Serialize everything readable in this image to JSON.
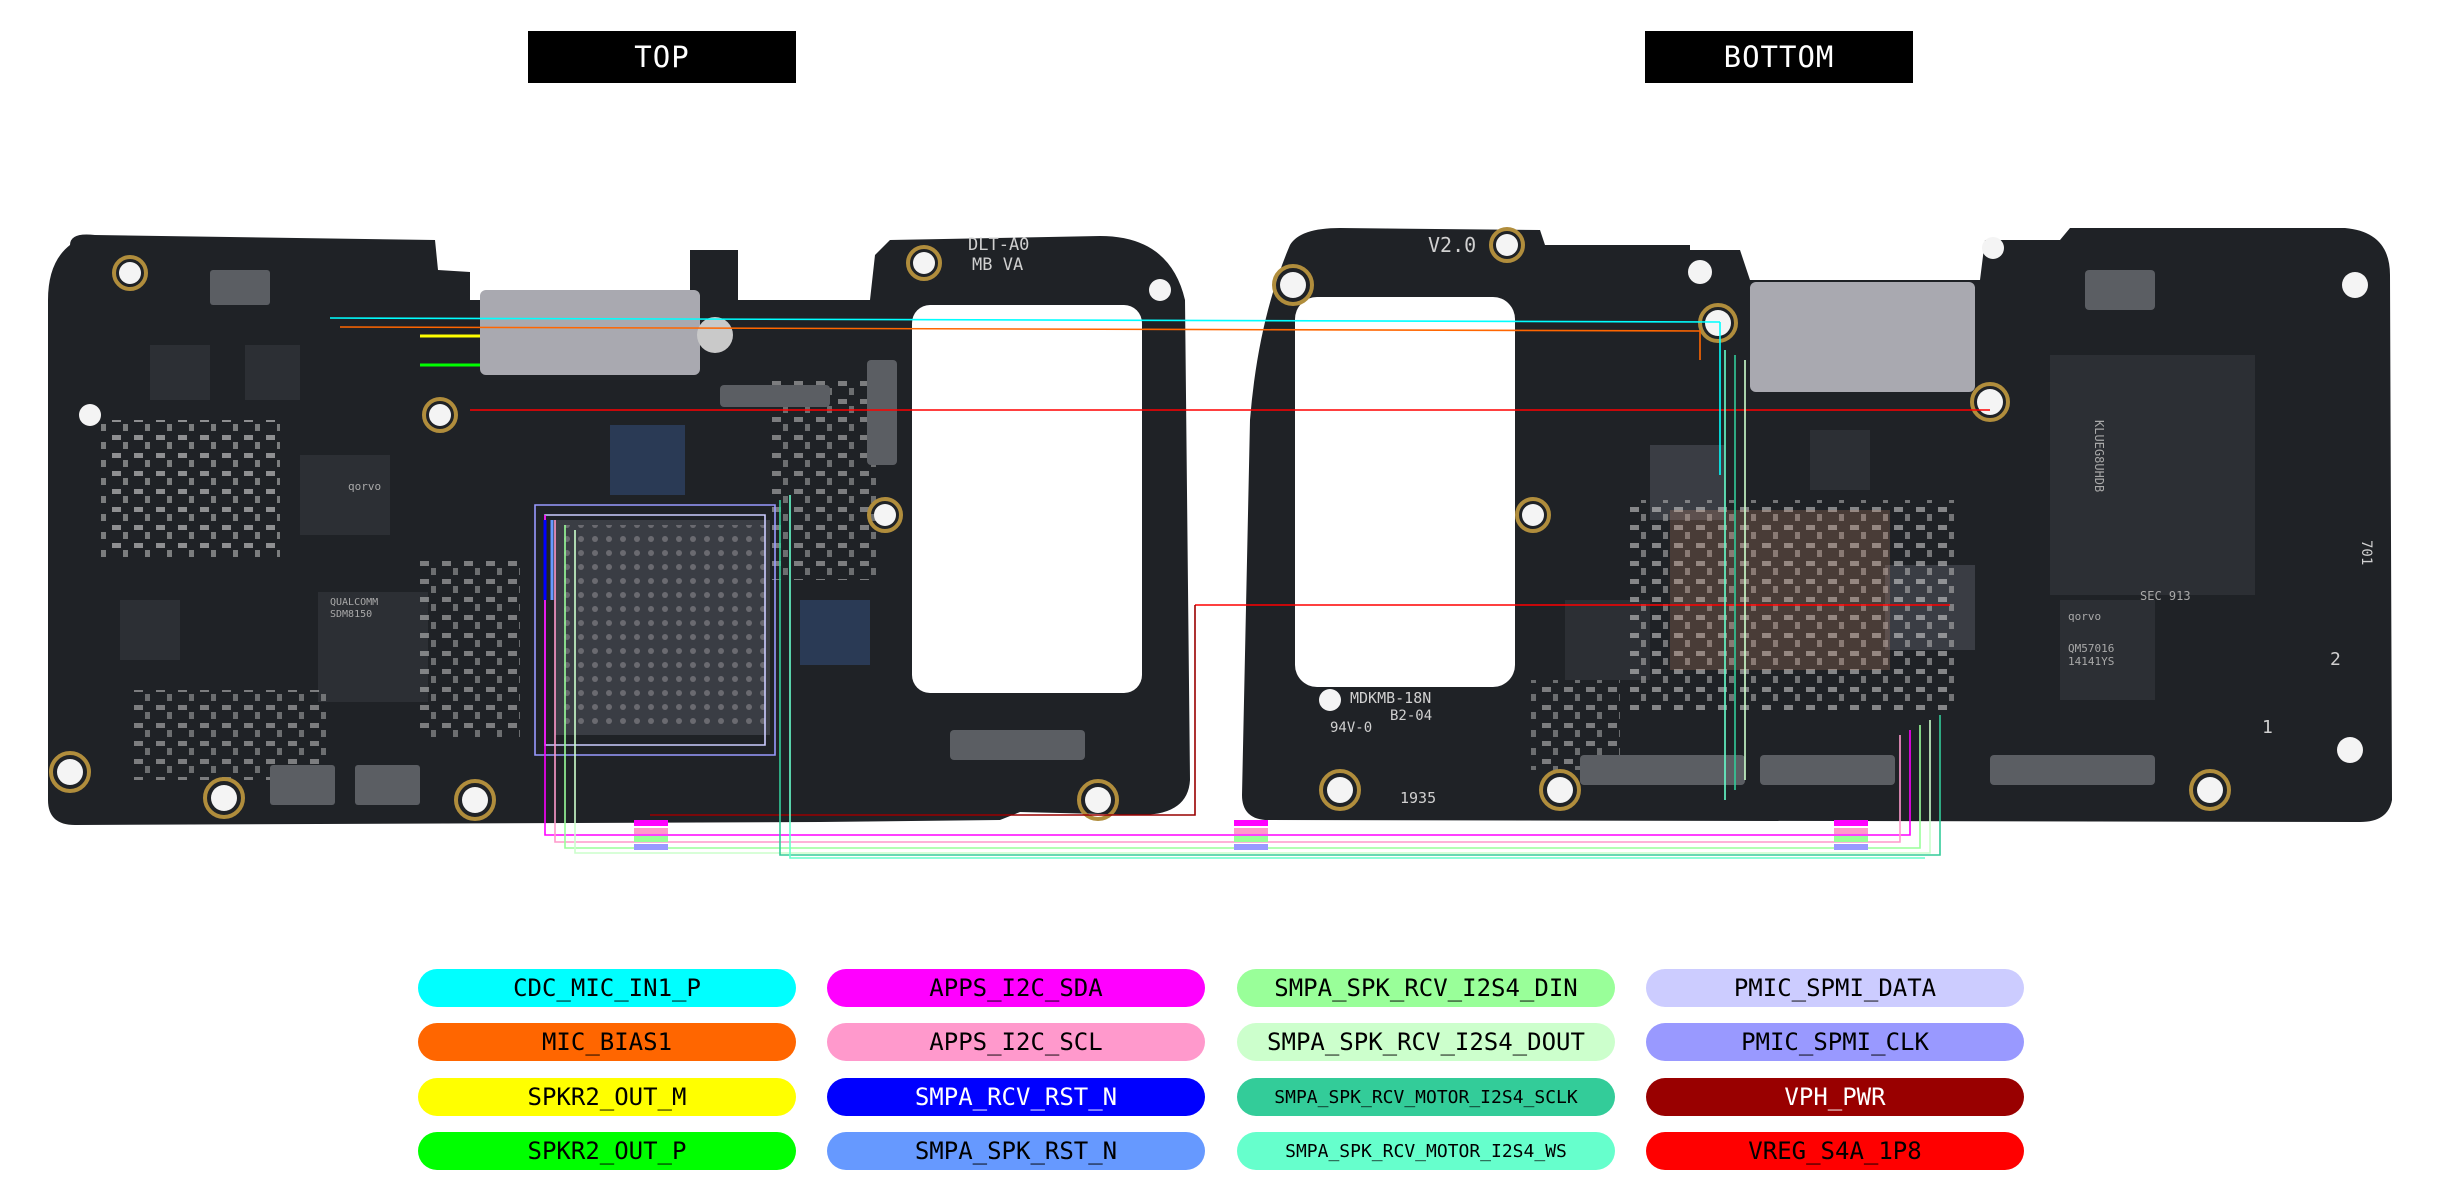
{
  "titles": {
    "top": "TOP",
    "bottom": "BOTTOM"
  },
  "legend": [
    {
      "label": "CDC_MIC_IN1_P",
      "color": "#00ffff",
      "text_color": "#000000"
    },
    {
      "label": "MIC_BIAS1",
      "color": "#ff6600",
      "text_color": "#000000"
    },
    {
      "label": "SPKR2_OUT_M",
      "color": "#ffff00",
      "text_color": "#000000"
    },
    {
      "label": "SPKR2_OUT_P",
      "color": "#00ff00",
      "text_color": "#000000"
    },
    {
      "label": "APPS_I2C_SDA",
      "color": "#ff00ff",
      "text_color": "#000000"
    },
    {
      "label": "APPS_I2C_SCL",
      "color": "#ff99cc",
      "text_color": "#000000"
    },
    {
      "label": "SMPA_RCV_RST_N",
      "color": "#0000ff",
      "text_color": "#ffffff"
    },
    {
      "label": "SMPA_SPK_RST_N",
      "color": "#6699ff",
      "text_color": "#000000"
    },
    {
      "label": "SMPA_SPK_RCV_I2S4_DIN",
      "color": "#99ff99",
      "text_color": "#000000"
    },
    {
      "label": "SMPA_SPK_RCV_I2S4_DOUT",
      "color": "#ccffcc",
      "text_color": "#000000"
    },
    {
      "label": "SMPA_SPK_RCV_MOTOR_I2S4_SCLK",
      "color": "#33cc99",
      "text_color": "#000000"
    },
    {
      "label": "SMPA_SPK_RCV_MOTOR_I2S4_WS",
      "color": "#66ffcc",
      "text_color": "#000000"
    },
    {
      "label": "PMIC_SPMI_DATA",
      "color": "#ccccff",
      "text_color": "#000000"
    },
    {
      "label": "PMIC_SPMI_CLK",
      "color": "#9999ff",
      "text_color": "#000000"
    },
    {
      "label": "VPH_PWR",
      "color": "#990000",
      "text_color": "#ffffff"
    },
    {
      "label": "VREG_S4A_1P8",
      "color": "#ff0000",
      "text_color": "#000000"
    }
  ],
  "board_labels": {
    "dlt": "DLT-A0",
    "mbva": "MB VA",
    "v20": "V2.0",
    "mdkmb": "MDKMB-18N",
    "b2": "B2-04",
    "v0": "94V-0",
    "y1935": "1935",
    "qualcomm": "QUALCOMM",
    "sdm": "SDM8150",
    "qorvo": "qorvo",
    "qm": "QM57016",
    "qm2": "14141YS",
    "sec": "SEC 913",
    "k": "KLUEG8UHDB",
    "n1": "1",
    "n2": "2",
    "n701": "701"
  }
}
